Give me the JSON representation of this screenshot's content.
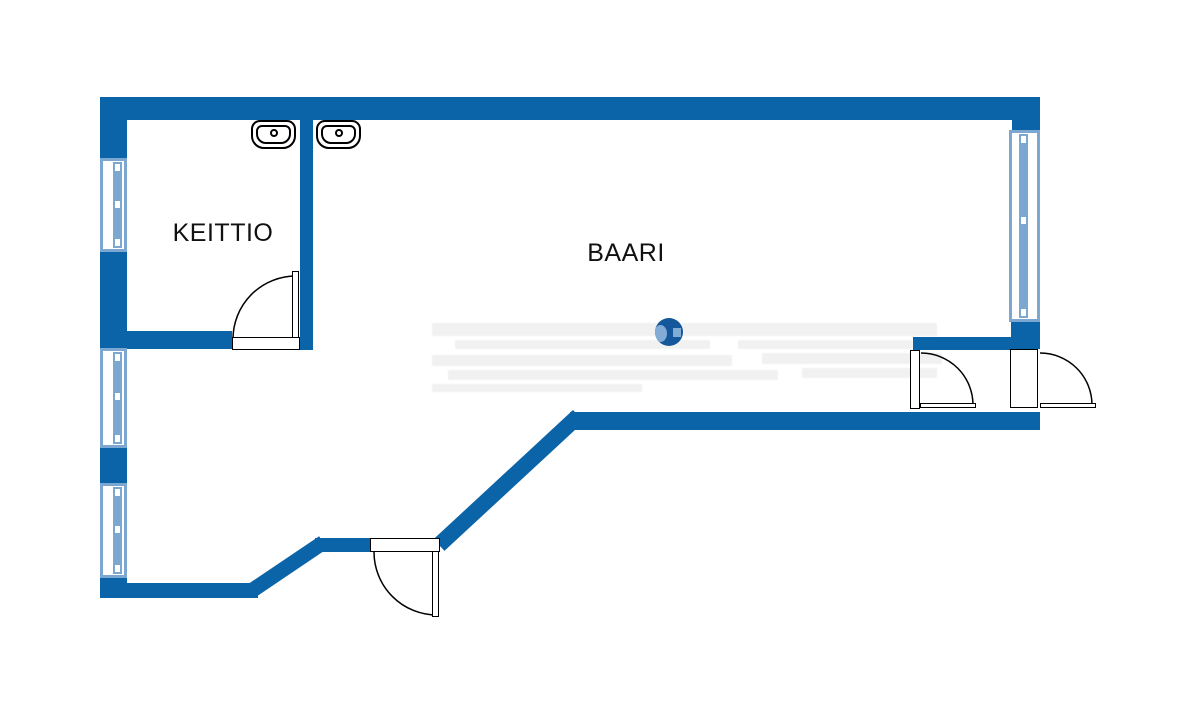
{
  "plan": {
    "type": "floor-plan",
    "rooms": [
      {
        "id": "kitchen",
        "label": "KEITTIO"
      },
      {
        "id": "bar",
        "label": "BAARI"
      }
    ]
  },
  "colors": {
    "background": "#ffffff",
    "wall": "#0b63a8",
    "window_frame": "#7ba7d0",
    "logo_dark": "#15579b",
    "logo_light": "#82abd5",
    "label_text": "#111111",
    "outline": "#000000"
  }
}
